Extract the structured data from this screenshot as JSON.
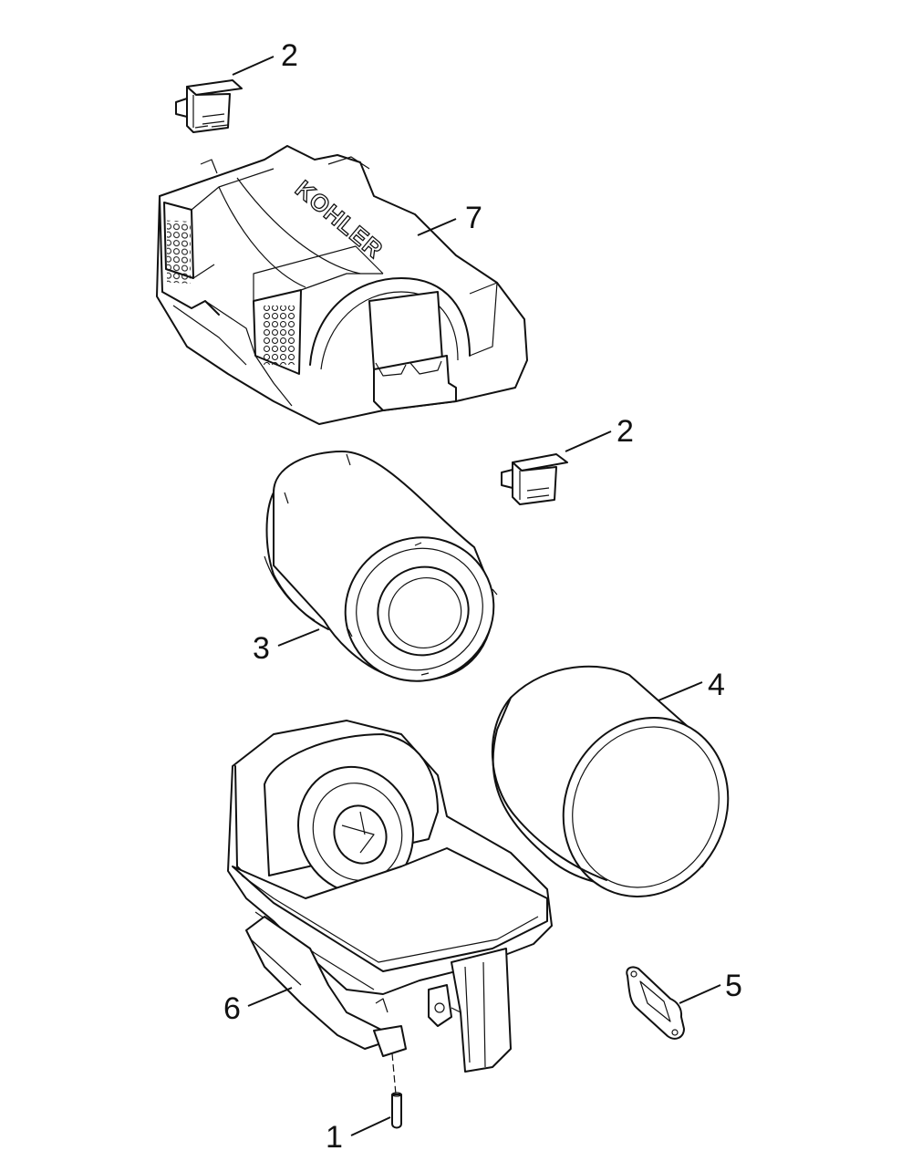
{
  "brand_logo": "KOHLER",
  "callouts": [
    {
      "id": "1",
      "label": "1"
    },
    {
      "id": "2a",
      "label": "2"
    },
    {
      "id": "2b",
      "label": "2"
    },
    {
      "id": "3",
      "label": "3"
    },
    {
      "id": "4",
      "label": "4"
    },
    {
      "id": "5",
      "label": "5"
    },
    {
      "id": "6",
      "label": "6"
    },
    {
      "id": "7",
      "label": "7"
    }
  ],
  "colors": {
    "line": "#111111",
    "background": "#ffffff"
  }
}
